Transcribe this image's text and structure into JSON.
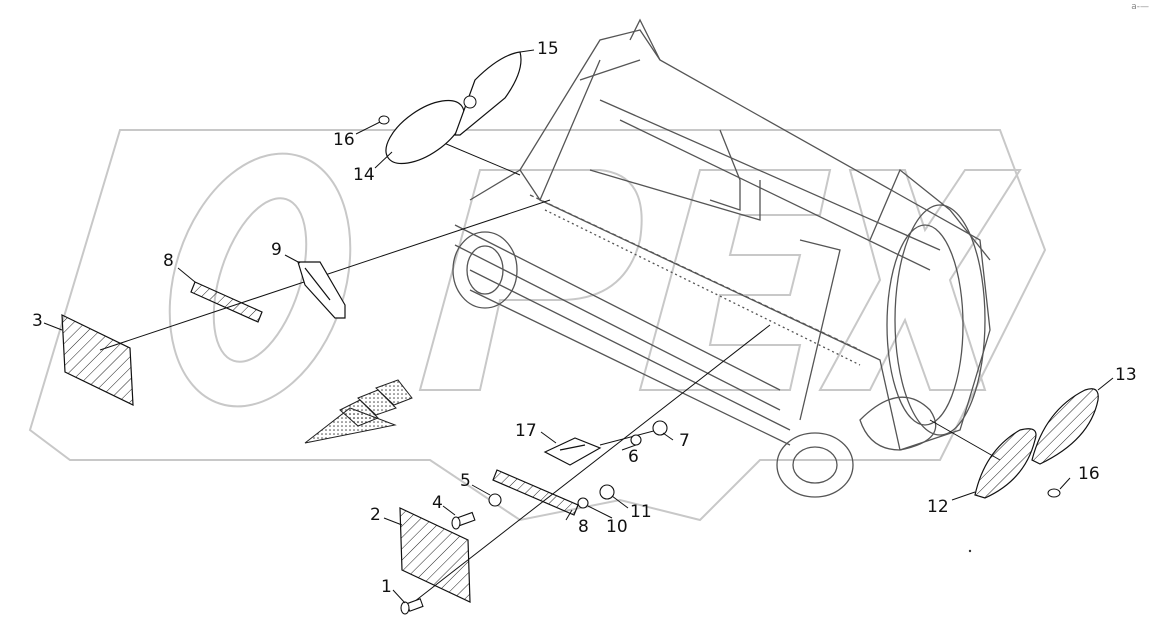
{
  "diagram": {
    "corner_mark": "a-—",
    "callouts": [
      {
        "id": "c1",
        "label": "1"
      },
      {
        "id": "c2",
        "label": "2"
      },
      {
        "id": "c3",
        "label": "3"
      },
      {
        "id": "c4",
        "label": "4"
      },
      {
        "id": "c5",
        "label": "5"
      },
      {
        "id": "c6",
        "label": "6"
      },
      {
        "id": "c7",
        "label": "7"
      },
      {
        "id": "c8a",
        "label": "8"
      },
      {
        "id": "c8b",
        "label": "8"
      },
      {
        "id": "c9",
        "label": "9"
      },
      {
        "id": "c10",
        "label": "10"
      },
      {
        "id": "c11",
        "label": "11"
      },
      {
        "id": "c12",
        "label": "12"
      },
      {
        "id": "c13",
        "label": "13"
      },
      {
        "id": "c14",
        "label": "14"
      },
      {
        "id": "c15",
        "label": "15"
      },
      {
        "id": "c16a",
        "label": "16"
      },
      {
        "id": "c16b",
        "label": "16"
      },
      {
        "id": "c17",
        "label": "17"
      }
    ]
  },
  "colors": {
    "line": "#111111",
    "watermark": "#c8c8c8",
    "machine": "#555555"
  }
}
